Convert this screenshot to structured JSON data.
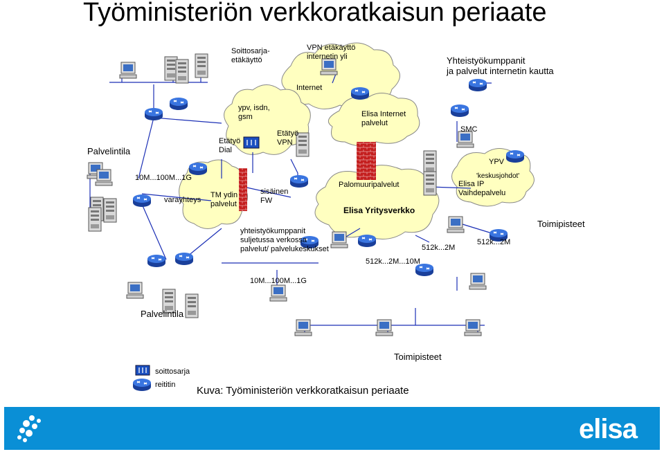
{
  "title": "Työministeriön verkkoratkaisun periaate",
  "labels": {
    "soittosarja_etakaytto": "Soittosarja-\netäkäyttö",
    "vpn_etakaytto": "VPN etäkäyttö\ninternetin yli",
    "yhteistyokumppanit": "Yhteistyökumppanit\nja palvelut internetin kautta",
    "internet": "Internet",
    "ypv_isdn_gsm": "ypv, isdn,\ngsm",
    "elisa_internet": "Elisa Internet\npalvelut",
    "smc": "SMC",
    "palvelintila_top": "Palvelintila",
    "etatyo_dial": "Etätyö\nDial",
    "etatyo_vpn": "Etätyö\nVPN",
    "ypv": "YPV",
    "speed_1g": "10M...100M...1G",
    "keskusjohdot": "'keskusjohdot'",
    "elisa_ip": "Elisa IP\nVaihdepalvelu",
    "varayhteys": "varayhteys",
    "tm_ydin": "TM ydin\npalvelut",
    "sisainen_fw": "sisäinen\nFW",
    "palomuuripalvelut": "Palomuuripalvelut",
    "elisa_yritysverkko": "Elisa Yritysverkko",
    "toimipisteet_right": "Toimipisteet",
    "yhteistyo_suljetussa": "yhteistyökumppanit\nsuljetussa verkossa\npalvelut/ palvelukeskukset",
    "speed_512_2m_a": "512k...2M",
    "speed_512_2m_b": "512k...2M",
    "speed_512_10m": "512k...2M...10M",
    "speed_1g_bottom": "10M...100M...1G",
    "palvelintila_bottom": "Palvelintila",
    "toimipisteet_bottom": "Toimipisteet",
    "legend_soittosarja": "soittosarja",
    "legend_reititin": "reititin"
  },
  "caption": "Kuva: Työministeriön verkkoratkaisun periaate",
  "logo": "elisa",
  "colors": {
    "cloud_fill": "#ffffc0",
    "router_fill": "#2a5fd0",
    "firewall": "#c41e1e",
    "line": "#1b2fb5",
    "footer": "#0a8fd6"
  }
}
